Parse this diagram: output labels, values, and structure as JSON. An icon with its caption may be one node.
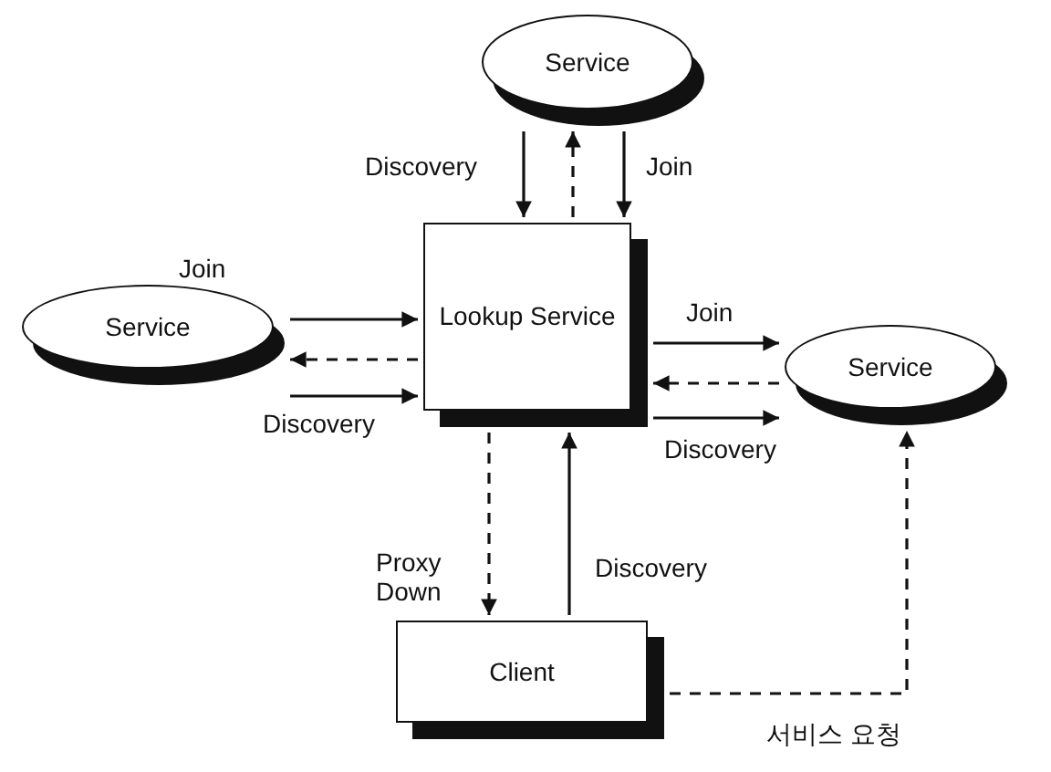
{
  "diagram": {
    "nodes": [
      {
        "text": [
          "Service"
        ]
      },
      {
        "text": [
          "Service"
        ]
      },
      {
        "text": [
          "Lookup Service"
        ]
      },
      {
        "text": [
          "Service"
        ]
      },
      {
        "text": [
          "Client"
        ]
      }
    ],
    "edges": [
      {
        "from": 0,
        "to": 2,
        "arrow": "to",
        "label": "Discovery"
      },
      {
        "from": 2,
        "to": 0,
        "arrow": "to",
        "style": "dashed"
      },
      {
        "from": 0,
        "to": 2,
        "arrow": "to",
        "label": "Join"
      },
      {
        "from": 1,
        "to": 2,
        "arrow": "to",
        "label": "Join"
      },
      {
        "from": 2,
        "to": 1,
        "arrow": "to",
        "style": "dashed"
      },
      {
        "from": 1,
        "to": 2,
        "arrow": "to",
        "label": "Discovery"
      },
      {
        "from": 2,
        "to": 3,
        "arrow": "to",
        "label": "Join"
      },
      {
        "from": 3,
        "to": 2,
        "arrow": "to",
        "style": "dashed"
      },
      {
        "from": 2,
        "to": 3,
        "arrow": "to",
        "label": "Discovery"
      },
      {
        "from": 2,
        "to": 4,
        "arrow": "to",
        "style": "dashed",
        "label": "Proxy Down"
      },
      {
        "from": 4,
        "to": 2,
        "arrow": "to",
        "label": "Discovery"
      },
      {
        "from": 4,
        "to": 3,
        "arrow": "to",
        "style": "dashed",
        "label": "서비스 요청"
      }
    ]
  }
}
